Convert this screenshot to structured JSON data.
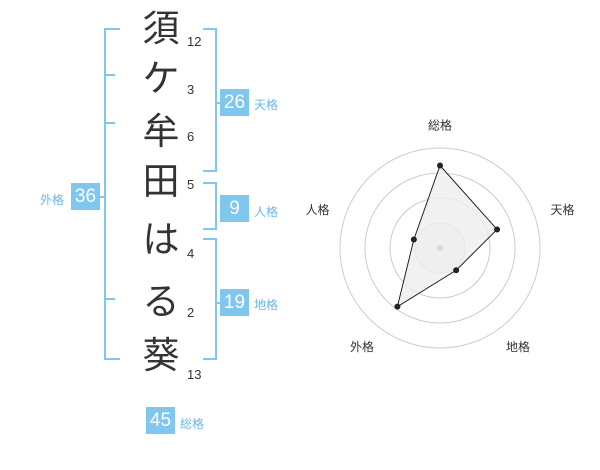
{
  "name": {
    "surname": [
      {
        "char": "須",
        "strokes": "12"
      },
      {
        "char": "ケ",
        "strokes": "3"
      },
      {
        "char": "牟",
        "strokes": "6"
      },
      {
        "char": "田",
        "strokes": "5"
      }
    ],
    "given": [
      {
        "char": "は",
        "strokes": "4"
      },
      {
        "char": "る",
        "strokes": "2"
      },
      {
        "char": "葵",
        "strokes": "13"
      }
    ]
  },
  "kakusu": {
    "tenkaku": {
      "value": "26",
      "label": "天格"
    },
    "jinkaku": {
      "value": "9",
      "label": "人格"
    },
    "chikaku": {
      "value": "19",
      "label": "地格"
    },
    "gaikaku": {
      "value": "36",
      "label": "外格"
    },
    "soukaku": {
      "value": "45",
      "label": "総格"
    }
  },
  "radar": {
    "axes": [
      "総格",
      "天格",
      "地格",
      "外格",
      "人格"
    ],
    "levels": 4,
    "values": [
      3.3,
      2.4,
      1.1,
      2.9,
      1.1
    ],
    "line_color": "#222222",
    "fill_color": "#eeeeee",
    "center_color": "#d8d8d8",
    "grid_color": "#cccccc"
  },
  "colors": {
    "accent": "#7fc7ee",
    "label": "#6bb7e6",
    "text": "#333333"
  }
}
